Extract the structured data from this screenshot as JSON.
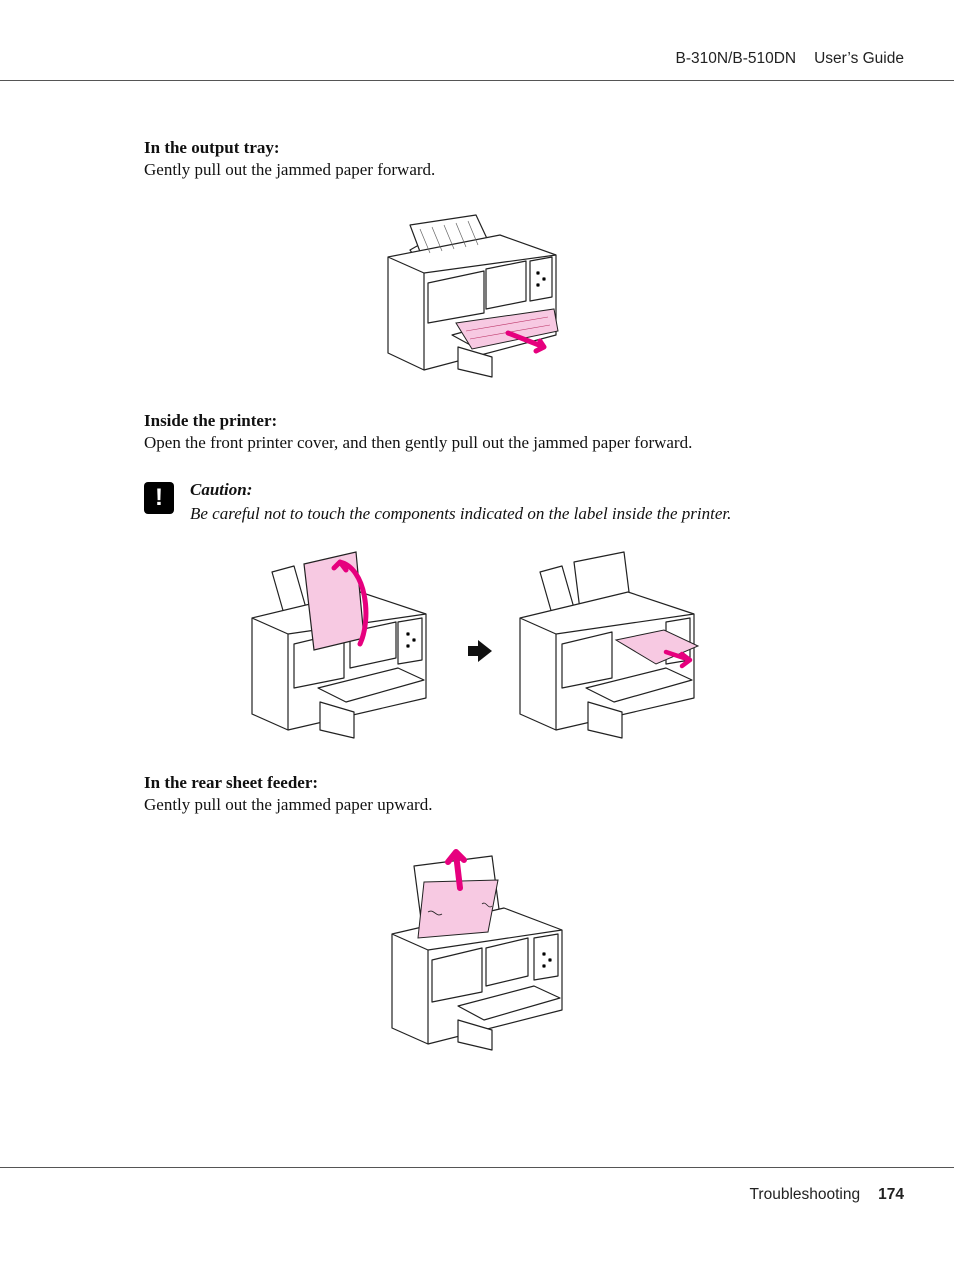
{
  "header": {
    "model": "B-310N/B-510DN",
    "guide": "User’s Guide"
  },
  "sections": {
    "output_tray": {
      "heading": "In the output tray:",
      "body": "Gently pull out the jammed paper forward."
    },
    "inside_printer": {
      "heading": "Inside the printer:",
      "body": "Open the front printer cover, and then gently pull out the jammed paper forward."
    },
    "rear_feeder": {
      "heading": "In the rear sheet feeder:",
      "body": "Gently pull out the jammed paper upward."
    }
  },
  "caution": {
    "icon": "caution-icon",
    "title": "Caution:",
    "text": "Be careful not to touch the components indicated on the label inside the printer."
  },
  "colors": {
    "accent": "#e6007e",
    "paper": "#f7c9e2",
    "line": "#222222"
  },
  "footer": {
    "section": "Troubleshooting",
    "page": "174"
  }
}
